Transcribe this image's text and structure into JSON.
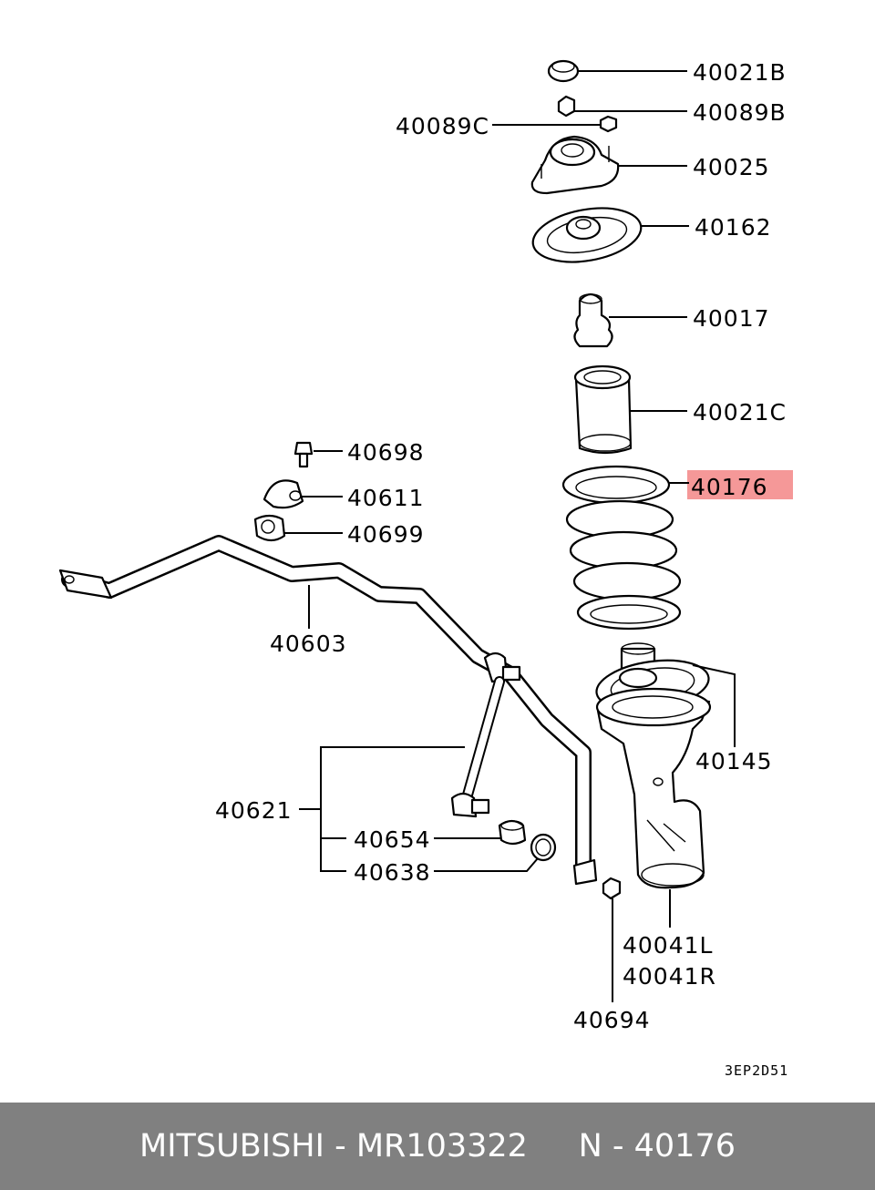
{
  "labels": {
    "p40021B": "40021B",
    "p40089B": "40089B",
    "p40089C": "40089C",
    "p40025": "40025",
    "p40162": "40162",
    "p40017": "40017",
    "p40021C": "40021C",
    "p40176": "40176",
    "p40698": "40698",
    "p40611": "40611",
    "p40699": "40699",
    "p40603": "40603",
    "p40145": "40145",
    "p40621": "40621",
    "p40654": "40654",
    "p40638": "40638",
    "p40041L": "40041L",
    "p40041R": "40041R",
    "p40694": "40694"
  },
  "diagram_code": "3EP2D51",
  "highlighted_part": "40176",
  "highlight_color": "#f59898",
  "footer": {
    "text": "MITSUBISHI - MR103322     N - 40176",
    "background": "#808080"
  }
}
